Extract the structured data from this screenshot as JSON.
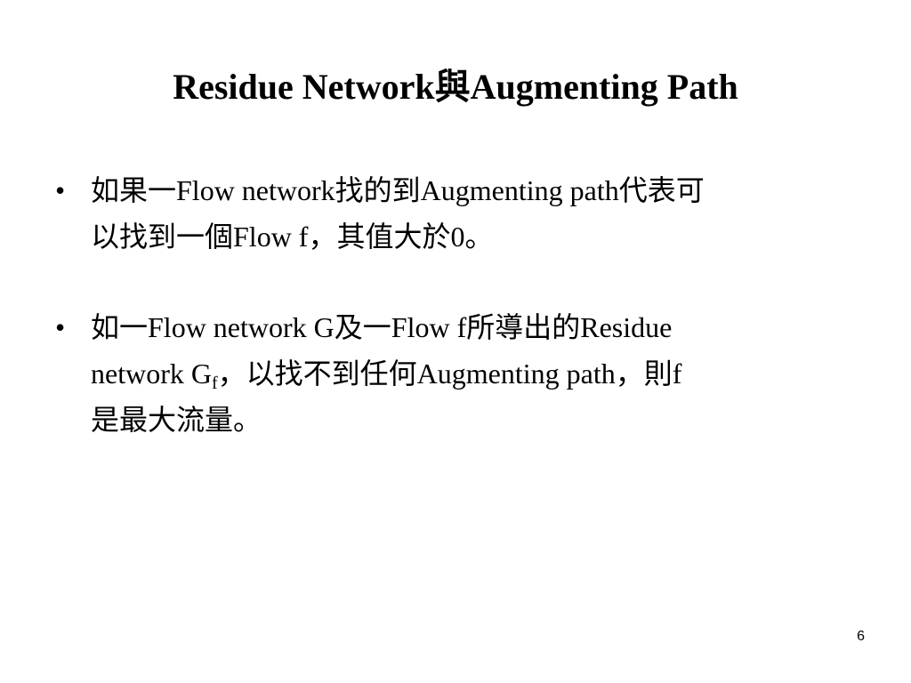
{
  "slide": {
    "title": "Residue Network與Augmenting Path",
    "bullet_symbol": "•",
    "bullets": [
      {
        "line1": "如果一Flow network找的到Augmenting path代表可",
        "line2": "以找到一個Flow f，其值大於0。"
      },
      {
        "line1": "如一Flow network G及一Flow f所導出的Residue",
        "line2_before": "network G",
        "line2_sub": "f",
        "line2_after": "，以找不到任何Augmenting path，則f",
        "line3": "是最大流量。"
      }
    ],
    "page_number": "6"
  }
}
